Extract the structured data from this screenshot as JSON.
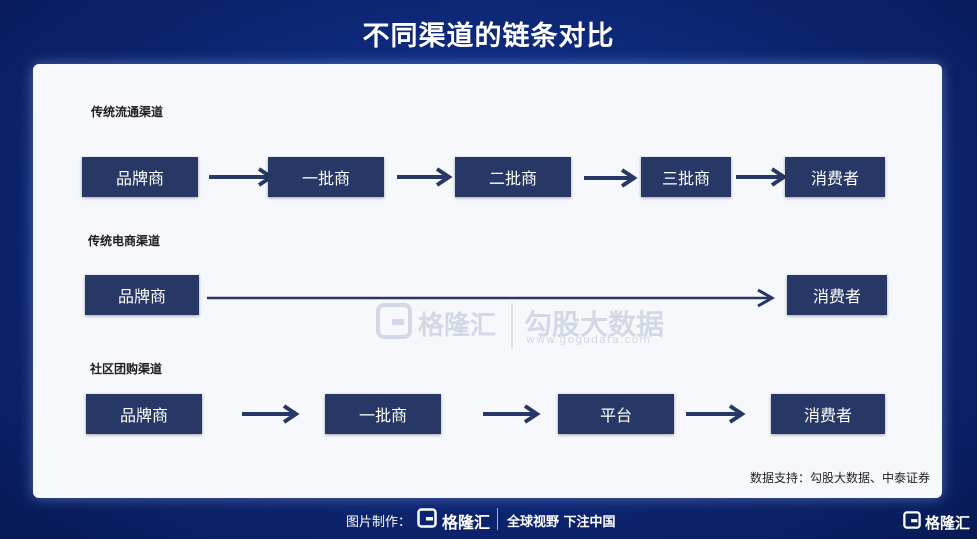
{
  "title": "不同渠道的链条对比",
  "channels": [
    {
      "label": "传统流通渠道",
      "nodes": [
        "品牌商",
        "一批商",
        "二批商",
        "三批商",
        "消费者"
      ]
    },
    {
      "label": "传统电商渠道",
      "nodes": [
        "品牌商",
        "消费者"
      ]
    },
    {
      "label": "社区团购渠道",
      "nodes": [
        "品牌商",
        "一批商",
        "平台",
        "消费者"
      ]
    }
  ],
  "watermark": {
    "brand": "格隆汇",
    "brand2": "勾股大数据",
    "url": "www.gogudata.com",
    "logo_icon": "g-logo-icon"
  },
  "source": "数据支持：勾股大数据、中泰证券",
  "footer": {
    "made_by_label": "图片制作：",
    "brand": "格隆汇",
    "slogan": "全球视野 下注中国"
  },
  "corner_brand": "格隆汇",
  "colors": {
    "background": "#0f2a7e",
    "panel": "#f6f8fc",
    "box": "#283866",
    "arrow": "#283866"
  }
}
